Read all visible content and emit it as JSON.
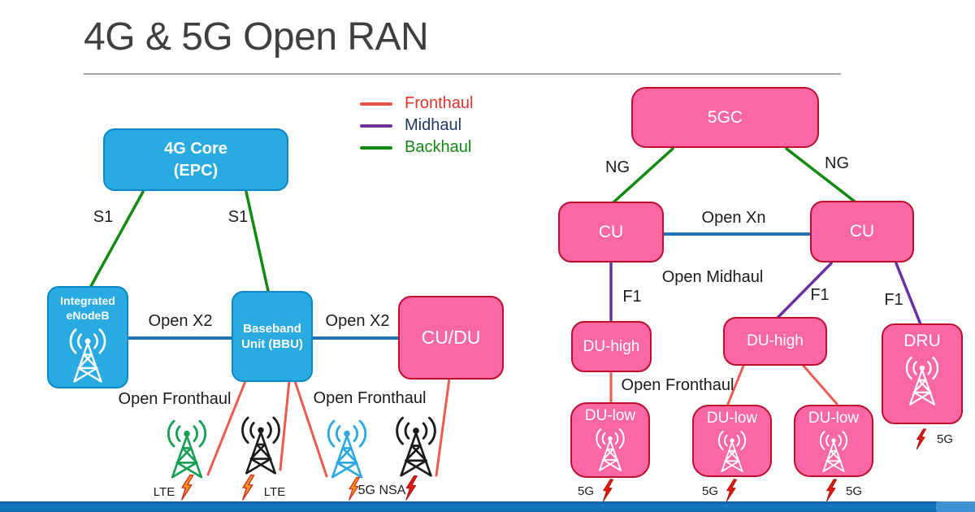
{
  "header": {
    "title": "4G & 5G Open RAN"
  },
  "legend": {
    "fronthaul": {
      "label": "Fronthaul",
      "text_color": "#df342b",
      "line_color": "#e8514a"
    },
    "midhaul": {
      "label": "Midhaul",
      "text_color": "#1f3864",
      "line_color": "#7030a0"
    },
    "backhaul": {
      "label": "Backhaul",
      "text_color": "#118a11",
      "line_color": "#118a11"
    }
  },
  "lte_ran": {
    "core": {
      "line1": "4G Core",
      "line2": "(EPC)"
    },
    "enodeb": {
      "line1": "Integrated",
      "line2": "eNodeB"
    },
    "bbu": {
      "line1": "Baseband",
      "line2": "Unit (BBU)"
    },
    "cudu": {
      "label": "CU/DU"
    },
    "links": {
      "s1_left": "S1",
      "s1_right": "S1",
      "x2_left": "Open X2",
      "x2_right": "Open X2",
      "fronthaul_left": "Open Fronthaul",
      "fronthaul_right": "Open Fronthaul"
    },
    "towers": {
      "tower1_tech": "LTE",
      "tower2_tech": "LTE",
      "tower34_tech": "5G NSA"
    }
  },
  "nr_ran": {
    "core": {
      "label": "5GC"
    },
    "cu_left": {
      "label": "CU"
    },
    "cu_right": {
      "label": "CU"
    },
    "du_high_left": {
      "label": "DU-high"
    },
    "du_high_mid": {
      "label": "DU-high"
    },
    "dru": {
      "label": "DRU",
      "tech": "5G"
    },
    "du_low_1": {
      "label": "DU-low",
      "tech": "5G"
    },
    "du_low_2": {
      "label": "DU-low",
      "tech": "5G"
    },
    "du_low_3": {
      "label": "DU-low",
      "tech": "5G"
    },
    "links": {
      "ng_left": "NG",
      "ng_right": "NG",
      "xn": "Open Xn",
      "midhaul": "Open Midhaul",
      "f1_left": "F1",
      "f1_mid": "F1",
      "f1_right": "F1",
      "fronthaul": "Open Fronthaul"
    }
  },
  "colors": {
    "node_blue": "#29abe2",
    "node_pink": "#f967a4",
    "pink_border": "#c00d2e",
    "backhaul_green": "#118a11",
    "midhaul_purple": "#7030a0",
    "fronthaul_red": "#e8514a",
    "interface_blue": "#1f72b8",
    "bottom_bar_blue": "#1373be",
    "title_gray": "#3f3f3f"
  }
}
